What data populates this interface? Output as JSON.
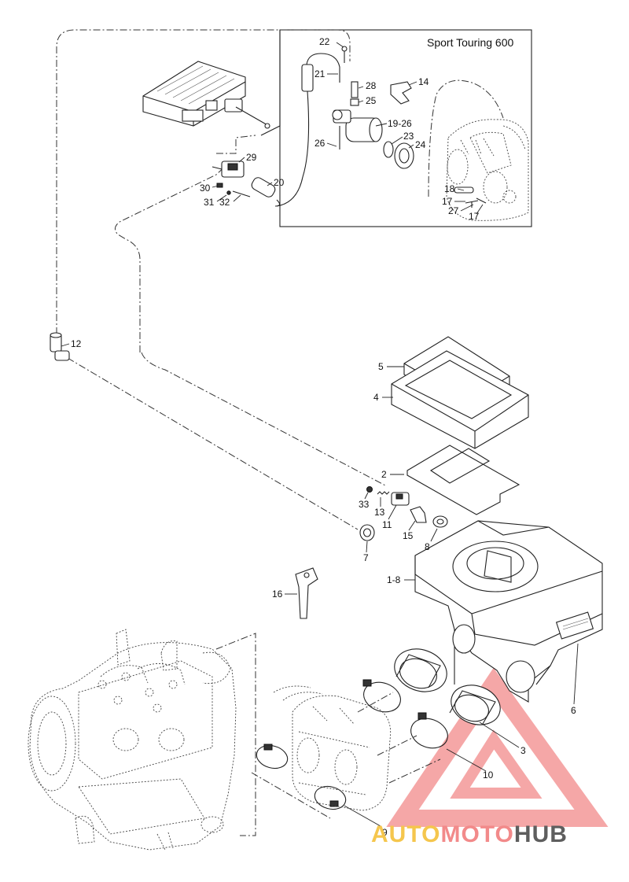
{
  "inset": {
    "title": "Sport Touring 600"
  },
  "callouts": [
    {
      "id": "c22",
      "text": "22"
    },
    {
      "id": "c21",
      "text": "21"
    },
    {
      "id": "c28",
      "text": "28"
    },
    {
      "id": "c14",
      "text": "14"
    },
    {
      "id": "c25",
      "text": "25"
    },
    {
      "id": "c19",
      "text": "19-26"
    },
    {
      "id": "c23",
      "text": "23"
    },
    {
      "id": "c24",
      "text": "24"
    },
    {
      "id": "c26",
      "text": "26"
    },
    {
      "id": "c18",
      "text": "18"
    },
    {
      "id": "c17a",
      "text": "17"
    },
    {
      "id": "c27",
      "text": "27"
    },
    {
      "id": "c17b",
      "text": "17"
    },
    {
      "id": "c29",
      "text": "29"
    },
    {
      "id": "c30",
      "text": "30"
    },
    {
      "id": "c20",
      "text": "20"
    },
    {
      "id": "c31",
      "text": "31"
    },
    {
      "id": "c32",
      "text": "32"
    },
    {
      "id": "c12",
      "text": "12"
    },
    {
      "id": "c5",
      "text": "5"
    },
    {
      "id": "c4",
      "text": "4"
    },
    {
      "id": "c2",
      "text": "2"
    },
    {
      "id": "c33",
      "text": "33"
    },
    {
      "id": "c13",
      "text": "13"
    },
    {
      "id": "c11",
      "text": "11"
    },
    {
      "id": "c15",
      "text": "15"
    },
    {
      "id": "c8",
      "text": "8"
    },
    {
      "id": "c7",
      "text": "7"
    },
    {
      "id": "c1_8",
      "text": "1-8"
    },
    {
      "id": "c16",
      "text": "16"
    },
    {
      "id": "c6",
      "text": "6"
    },
    {
      "id": "c3",
      "text": "3"
    },
    {
      "id": "c10",
      "text": "10"
    },
    {
      "id": "c9",
      "text": "9"
    }
  ],
  "watermark": {
    "part1": "AUTO",
    "part2": "MOTO",
    "part3": "HUB",
    "color_red": "#f28a8a",
    "color_orange": "#f5c64d",
    "color_gray": "#5e5e5e"
  }
}
